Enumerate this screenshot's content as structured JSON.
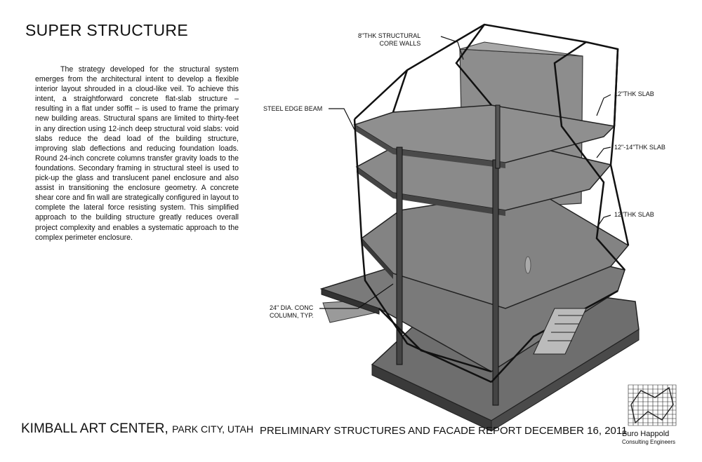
{
  "page": {
    "title": "SUPER STRUCTURE",
    "body": "The strategy developed for the structural system emerges from the architectural intent to develop a flexible interior layout shrouded in a cloud-like veil. To achieve this intent, a straightforward concrete flat-slab structure – resulting in a flat under soffit – is used to frame the primary new building areas. Structural spans are limited to thirty-feet in any direction using 12-inch deep structural void slabs: void slabs reduce the dead load of the building structure, improving slab deflections and reducing foundation loads. Round 24-inch concrete columns transfer gravity loads to the foundations. Secondary framing in structural steel is used to pick-up the glass and translucent panel enclosure and also assist in transitioning the enclosure geometry. A concrete shear core and fin wall are strategically configured in layout to complete the lateral force resisting system. This simplified approach to the building structure greatly reduces overall project complexity and enables a systematic approach to the complex perimeter enclosure."
  },
  "callouts": {
    "core_walls_line1": "8\"THK STRUCTURAL",
    "core_walls_line2": "CORE WALLS",
    "steel_edge_beam": "STEEL EDGE BEAM",
    "slab_top": "12\"THK SLAB",
    "slab_mid": "12\"-14\"THK SLAB",
    "slab_low": "12\"THK SLAB",
    "column_line1": "24\" DIA. CONC",
    "column_line2": "COLUMN, TYP."
  },
  "footer": {
    "project": "KIMBALL ART CENTER,",
    "place": "PARK CITY, UTAH",
    "report": "PRELIMINARY STRUCTURES AND FACADE REPORT",
    "date": "DECEMBER 16, 2011"
  },
  "logo": {
    "name": "Buro Happold",
    "subtitle": "Consulting Engineers"
  }
}
